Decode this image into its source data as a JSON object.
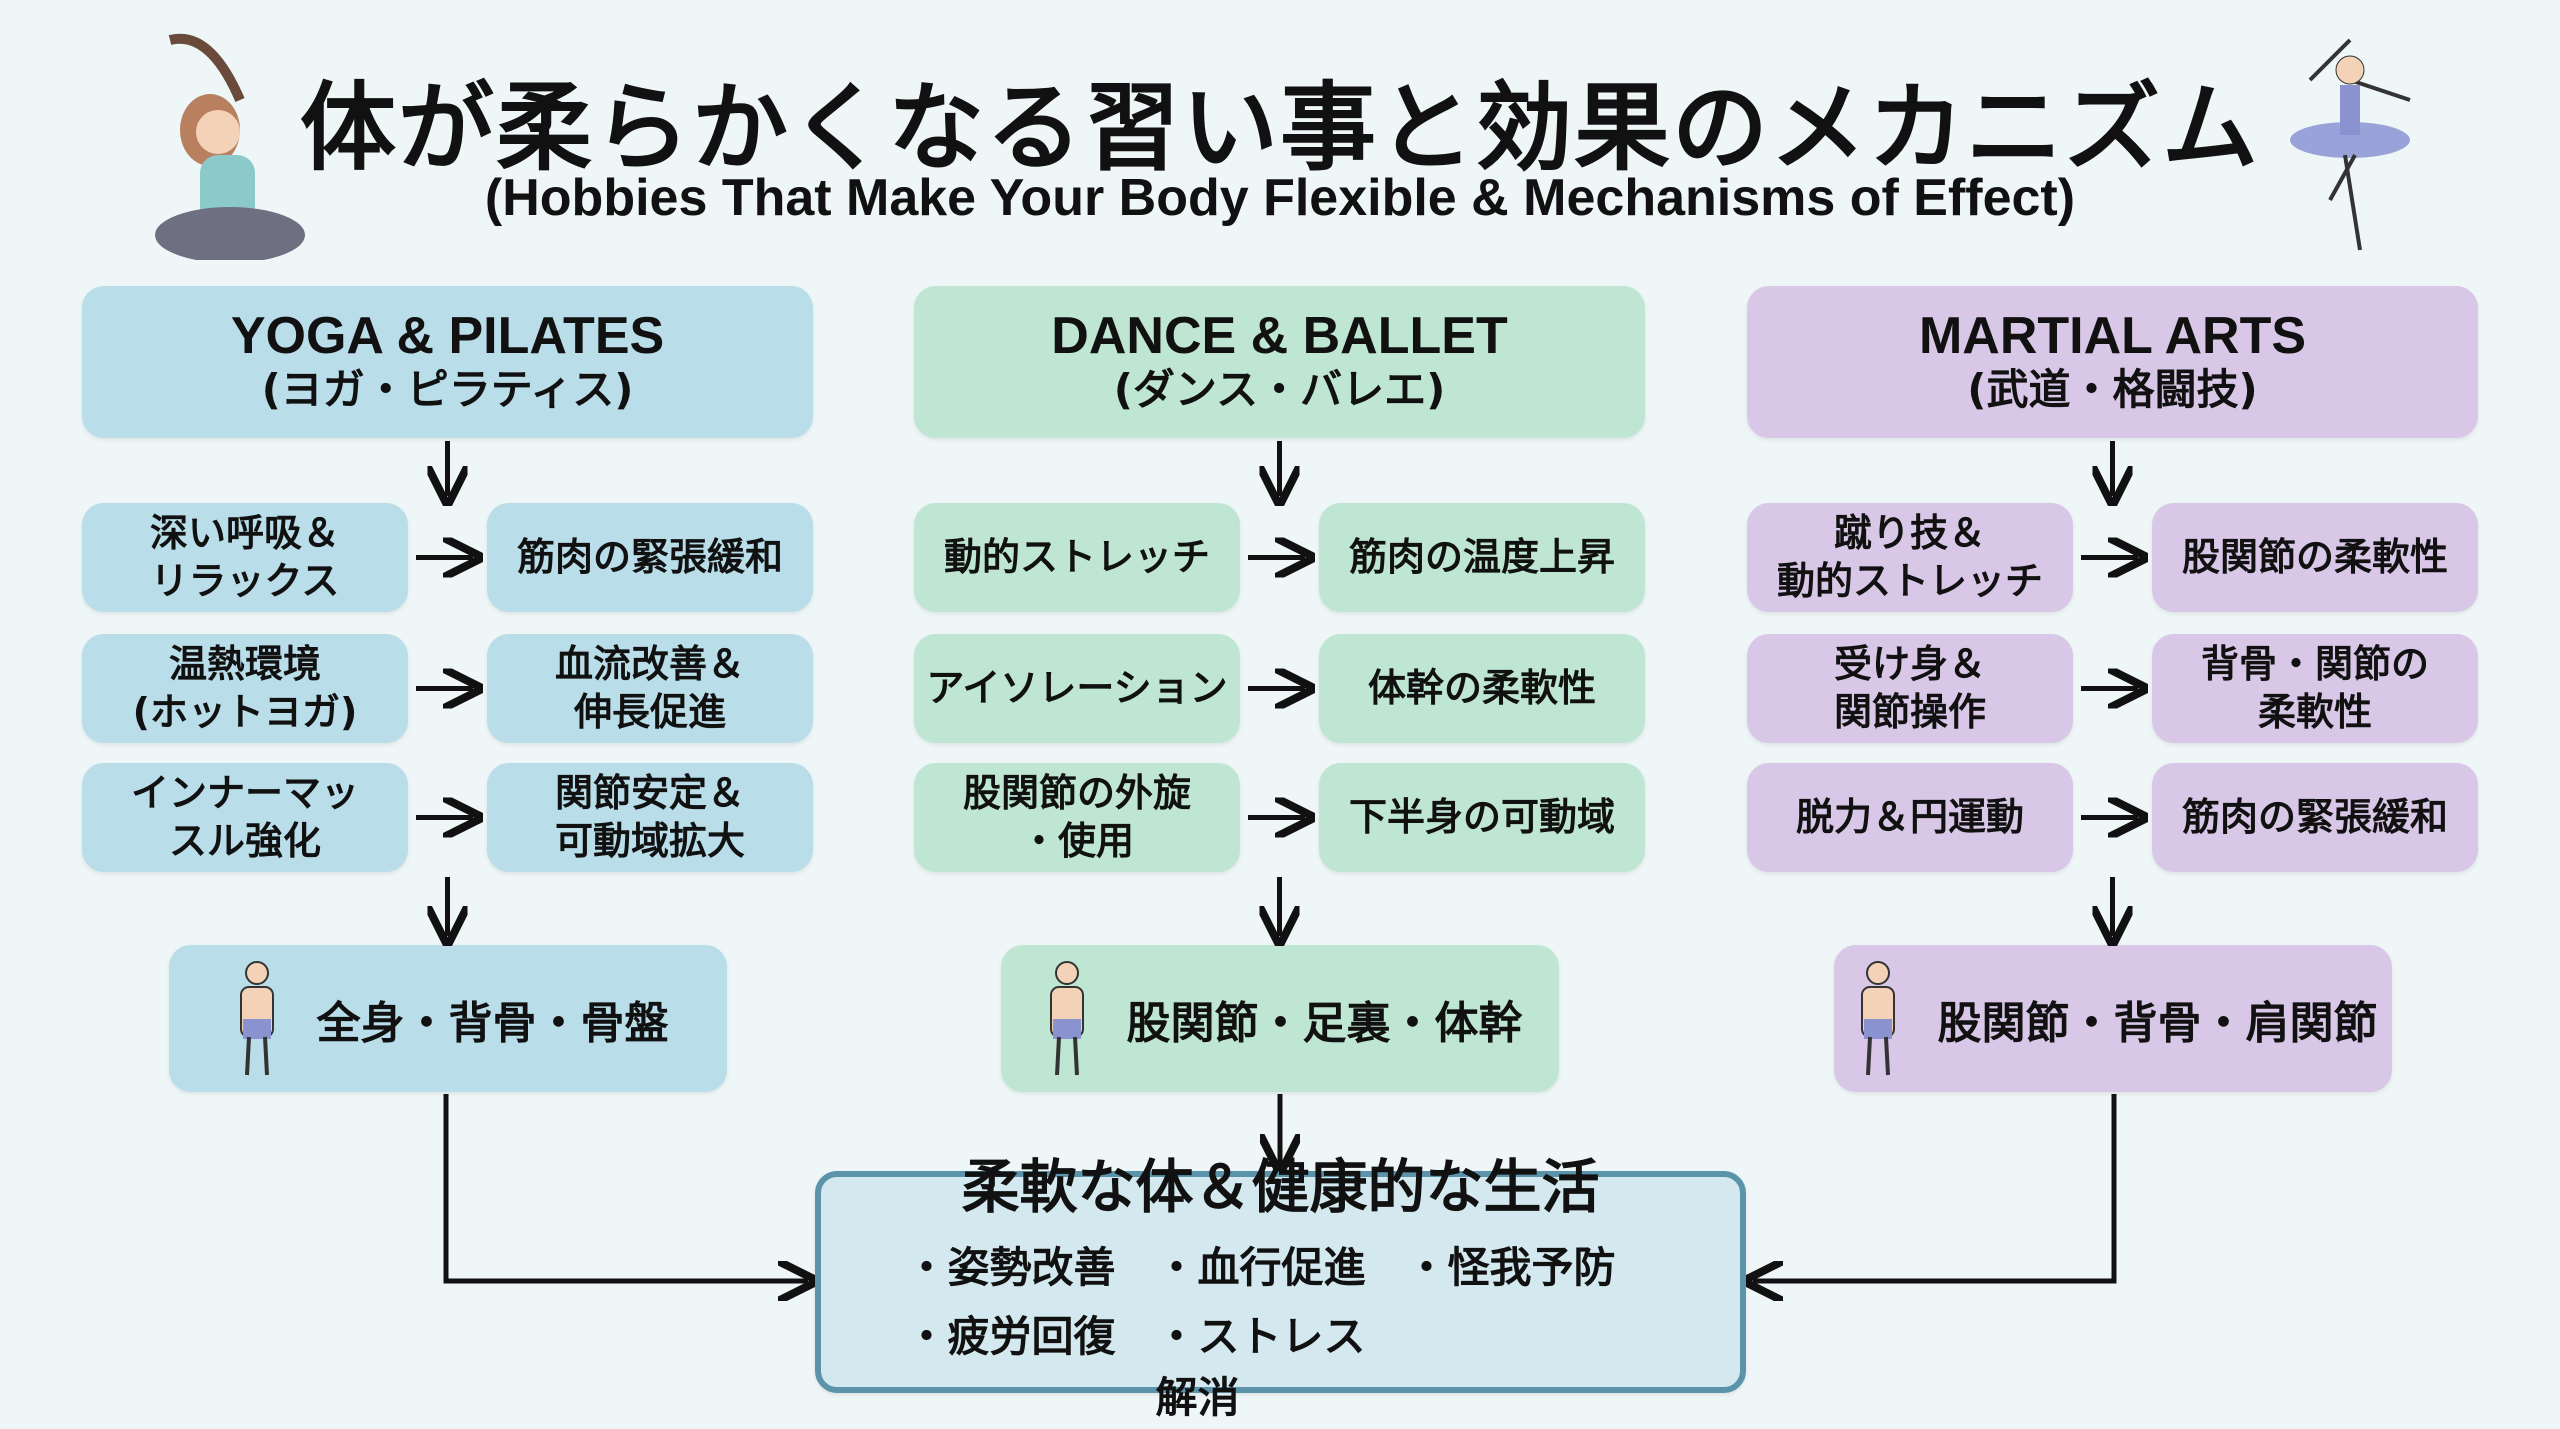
{
  "title": "体が柔らかくなる習い事と効果のメカニズム",
  "subtitle": "(Hobbies That Make Your Body Flexible & Mechanisms of Effect)",
  "colors": {
    "yoga": "#b9dde9",
    "dance": "#bfe6d3",
    "martial": "#d8c7e7",
    "final_border": "#5b93ab",
    "final_fill": "#d3e8ef"
  },
  "columns": [
    {
      "key": "yoga",
      "en": "YOGA & PILATES",
      "jp": "(ヨガ・ピラティス)",
      "rows": [
        {
          "cause": "深い呼吸＆\nリラックス",
          "effect": "筋肉の緊張緩和"
        },
        {
          "cause": "温熱環境\n(ホットヨガ)",
          "effect": "血流改善＆\n伸長促進"
        },
        {
          "cause": "インナーマッ\nスル強化",
          "effect": "関節安定＆\n可動域拡大"
        }
      ],
      "body": "全身・背骨・骨盤"
    },
    {
      "key": "dance",
      "en": "DANCE & BALLET",
      "jp": "(ダンス・バレエ)",
      "rows": [
        {
          "cause": "動的ストレッチ",
          "effect": "筋肉の温度上昇"
        },
        {
          "cause": "アイソレーション",
          "effect": "体幹の柔軟性"
        },
        {
          "cause": "股関節の外旋\n・使用",
          "effect": "下半身の可動域"
        }
      ],
      "body": "股関節・足裏・体幹"
    },
    {
      "key": "martial",
      "en": "MARTIAL ARTS",
      "jp": "(武道・格闘技)",
      "rows": [
        {
          "cause": "蹴り技＆\n動的ストレッチ",
          "effect": "股関節の柔軟性"
        },
        {
          "cause": "受け身＆\n関節操作",
          "effect": "背骨・関節の\n柔軟性"
        },
        {
          "cause": "脱力＆円運動",
          "effect": "筋肉の緊張緩和"
        }
      ],
      "body": "股関節・背骨・肩関節"
    }
  ],
  "final": {
    "title": "柔軟な体＆健康的な生活",
    "items": [
      "・姿勢改善",
      "・血行促進",
      "・怪我予防",
      "・疲労回復",
      "・ストレス解消"
    ]
  }
}
